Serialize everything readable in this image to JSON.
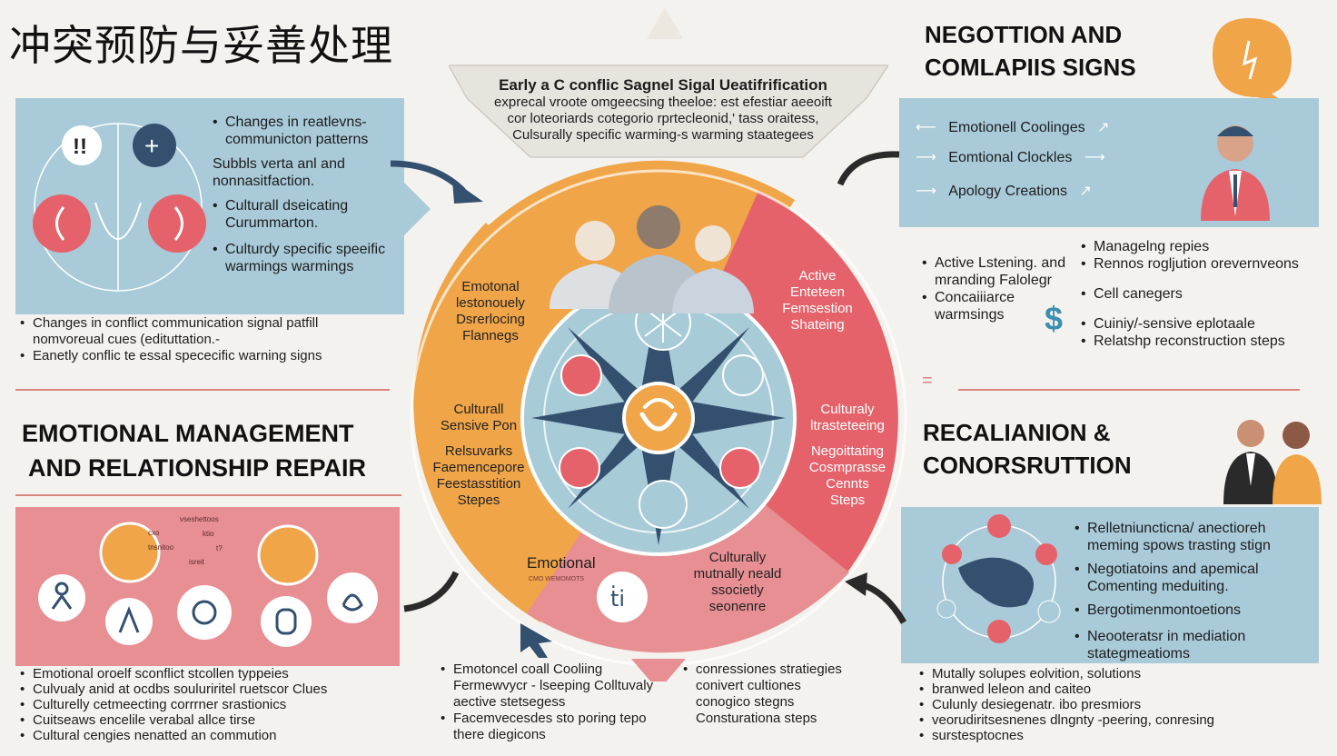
{
  "title": "冲突预防与妥善处理",
  "top_banner": {
    "lines": [
      "Early a C conflic Sagnel Sigal Ueatifrification",
      "exprecal vroote omgeecsing theeloe: est efestiar aeeoift",
      "cor loteoriards cotegorio rprtecleonid,' tass oraitess,",
      "Culsurally specific warming-s warming staategees"
    ]
  },
  "top_left_panel": {
    "items": [
      "Changes in reatlevns- communicton patterns",
      "Subbls verta anl and nonnasitfaction.",
      "Culturall dseicating Curummarton.",
      "Culturdy specific speeific warmings warmings"
    ],
    "plain_index": 1
  },
  "top_left_notes": [
    "Changes in conflict communication signal patfill nomvoreual cues (edituttation.-",
    "Eanetly conflic te essal spececific warning signs"
  ],
  "top_right": {
    "heading_line1": "NEGOTTION AND",
    "heading_line2": "COMLAPIIS SIGNS",
    "panel_items": [
      "Emotionell Coolinges",
      "Eomtional Clockles",
      "Apology Creations"
    ],
    "list_left": [
      "Active Lstening. and mranding Falolegr",
      "Concaiiiarce warmsings"
    ],
    "list_right": [
      "Managelng repies",
      "Rennos rogljution orevernveons",
      "Cell canegers",
      "Cuiniy/-sensive eplotaale",
      "Relatshp reconstruction steps"
    ]
  },
  "emotional": {
    "heading_line1": "EMOTIONAL MANAGEMENT",
    "heading_line2": "AND RELATIONSHIP REPAIR",
    "mini_labels": [
      "vseshettoos",
      "cxo",
      "ktio",
      "tnsnitoo",
      "t?",
      "isreit"
    ],
    "notes": [
      "Emotional oroelf sconflict stcollen typpeies",
      "Culvualy anid at ocdbs souluriritel ruetscor Clues",
      "Culturelly cetmeecting corrrner srastionics",
      "Cuitseaws encelile verabal allce tirse",
      "Cultural cengies nenatted an commution"
    ]
  },
  "reconciliation": {
    "heading_line1": "RECALIANION &",
    "heading_line2": "CONORSRUTTION",
    "panel_items": [
      "Relletniuncticna/ anectioreh meming spows trasting stign",
      "Negotiatoins and apemical Comenting meduiting.",
      "Bergotimenmontoetions",
      "Neooteratsr in mediation stategmeatioms"
    ],
    "notes": [
      "Mutally solupes eolvition, solutions",
      "branwed leleon and caiteo",
      "Culunly desiegenatr. ibo presmiors",
      "veorudiritsesnenes dlngnty -peering, conresing",
      "surstesptocnes"
    ]
  },
  "bottom_center": {
    "list_left": [
      "Emotoncel coall Cooliing Fermewvycr - lseeping Colltuvaly aective stetsegess",
      "Facemvecesdes sto poring tepo there diegicons"
    ],
    "list_right_lines": [
      "conressiones stratiegies",
      "conivert cultiones",
      "conogico stegns",
      "Consturationa steps"
    ]
  },
  "wheel": {
    "top_right_arc": [
      "Active",
      "Enteteen",
      "Femsestion",
      "Shateing"
    ],
    "left_arc_top": [
      "Emotonal",
      "lestonouely",
      "Dsrerlocing",
      "Flannegs"
    ],
    "left_arc_bottom": [
      "Culturall",
      "Sensive Pon",
      "Relsuvarks",
      "Faemencepore",
      "Feestasstition",
      "Stepes"
    ],
    "right_arc": [
      "Culturaly",
      "ltrasteteeing",
      "Negoittating",
      "Cosmprasse",
      "Cennts",
      "Steps"
    ],
    "bottom_left": "Emotional",
    "bottom_small": "CMO WEMOMOTS",
    "bottom_right": [
      "Culturally",
      "mutnally neald",
      "ssocietly",
      "seonenre"
    ]
  },
  "colors": {
    "orange": "#efa548",
    "red": "#e5626a",
    "blue_panel": "#a9cad8",
    "pink_panel": "#e78f93",
    "navy": "#34506f",
    "wheel_blue": "#a8cbd8"
  }
}
